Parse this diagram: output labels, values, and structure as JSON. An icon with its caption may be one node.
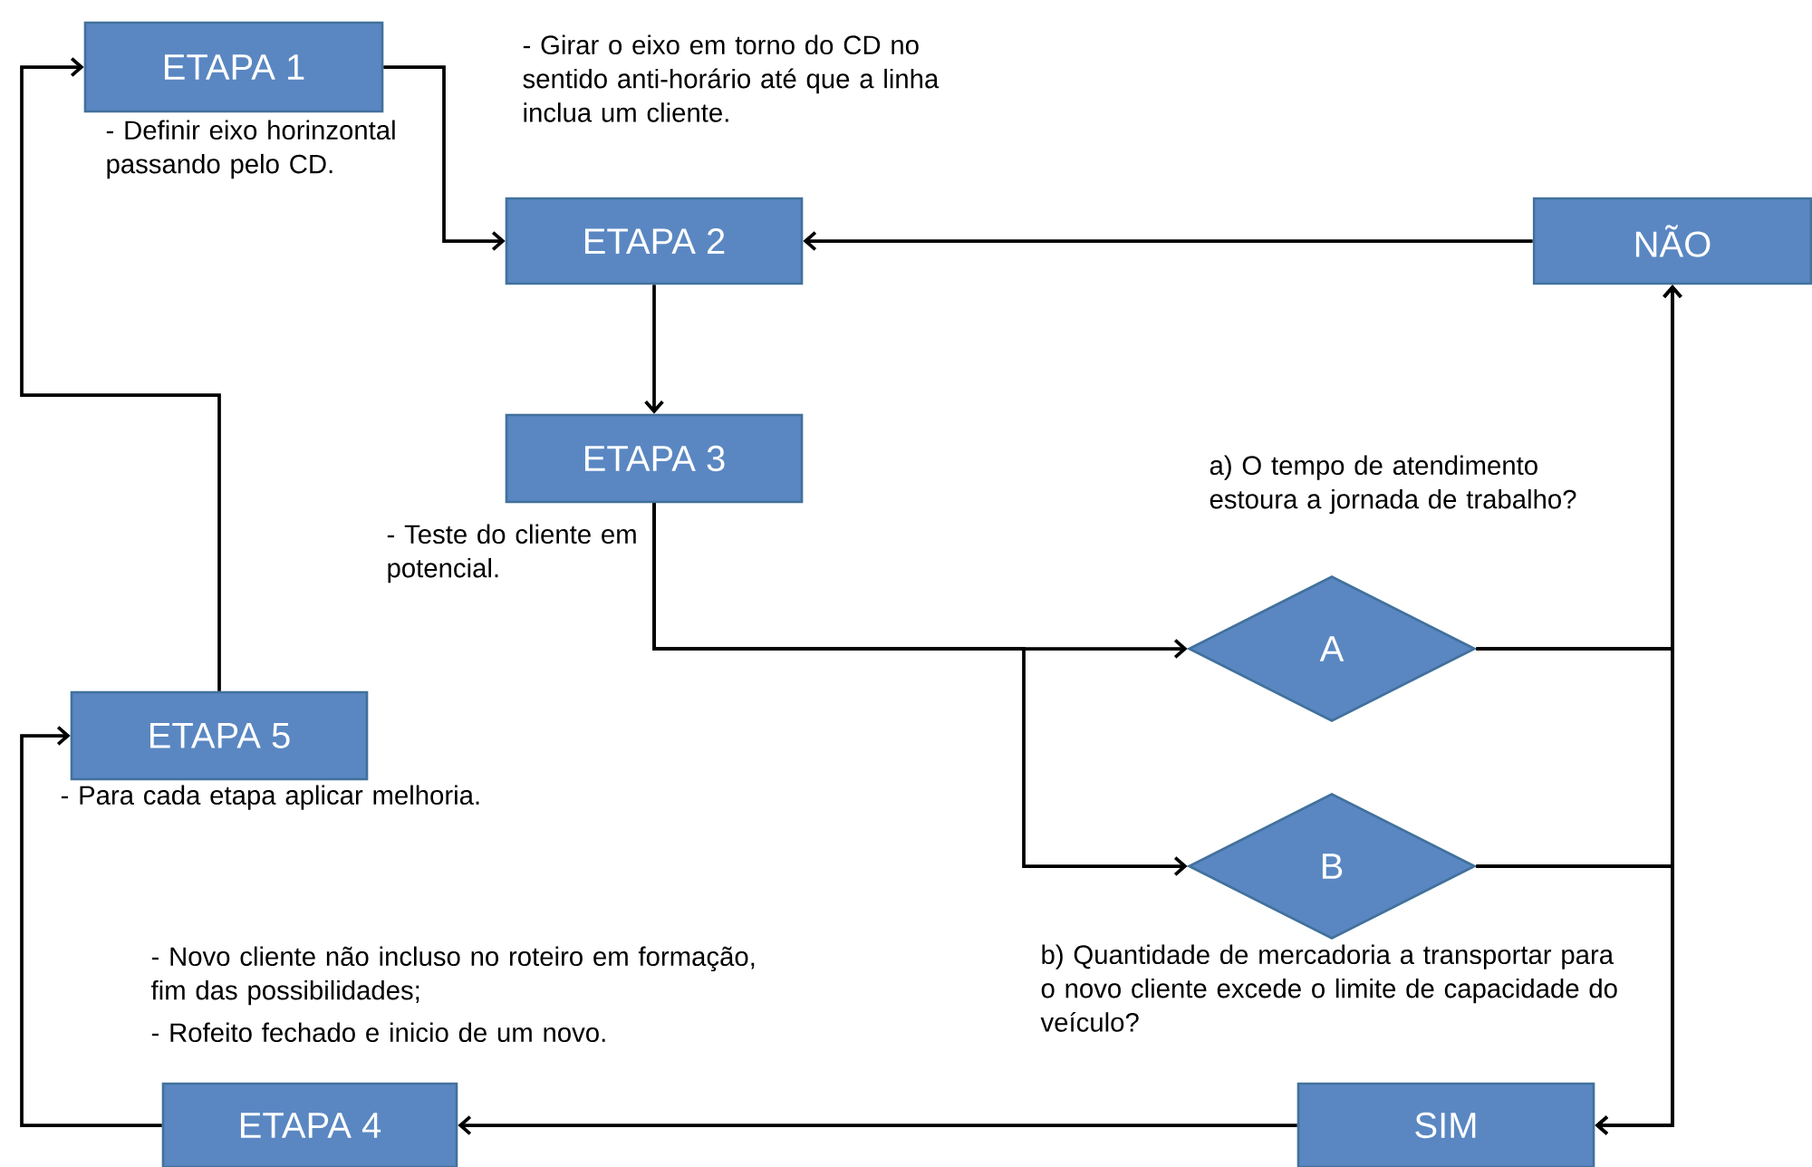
{
  "diagram": {
    "nodes": [
      {
        "text": [
          "ETAPA 1"
        ],
        "beside": [
          "- Definir eixo horinzontal passando pelo CD."
        ]
      },
      {
        "text": [
          "ETAPA 2"
        ],
        "beside": [
          "- Girar o eixo em torno do CD no sentido anti-horário até que a linha inclua um cliente."
        ]
      },
      {
        "text": [
          "NÃO"
        ]
      },
      {
        "text": [
          "ETAPA 3"
        ],
        "beside": [
          "- Teste do cliente em potencial."
        ]
      },
      {
        "text": [
          "A"
        ],
        "beside": [
          "a) O tempo de atendimento estoura a jornada de trabalho?"
        ]
      },
      {
        "text": [
          "ETAPA 5"
        ],
        "beside": [
          "- Para cada etapa aplicar melhoria."
        ]
      },
      {
        "text": [
          "B"
        ],
        "beside": [
          "b) Quantidade de mercadoria a transportar para o novo cliente excede o limite de capacidade do veículo?"
        ]
      },
      {
        "text": [
          "ETAPA 4"
        ],
        "beside": [
          "- Novo cliente não incluso no roteiro em formação, fim das possibilidades;",
          "- Rofeito fechado e inicio de um novo."
        ]
      },
      {
        "text": [
          "SIM"
        ]
      }
    ],
    "edges": [
      {
        "from": 0,
        "to": 1,
        "arrow": "to"
      },
      {
        "from": 2,
        "to": 1,
        "arrow": "to"
      },
      {
        "from": 1,
        "to": 3,
        "arrow": "to"
      },
      {
        "from": 3,
        "to": 4,
        "arrow": "to"
      },
      {
        "from": 3,
        "to": 6,
        "arrow": "to"
      },
      {
        "from": 4,
        "to": 2,
        "arrow": "to"
      },
      {
        "from": 6,
        "to": 2,
        "arrow": "to"
      },
      {
        "from": 4,
        "to": 8,
        "arrow": "to"
      },
      {
        "from": 6,
        "to": 8,
        "arrow": "to"
      },
      {
        "from": 8,
        "to": 7,
        "arrow": "to"
      },
      {
        "from": 7,
        "to": 5,
        "arrow": "to"
      },
      {
        "from": 5,
        "to": 0,
        "arrow": "to"
      }
    ]
  }
}
